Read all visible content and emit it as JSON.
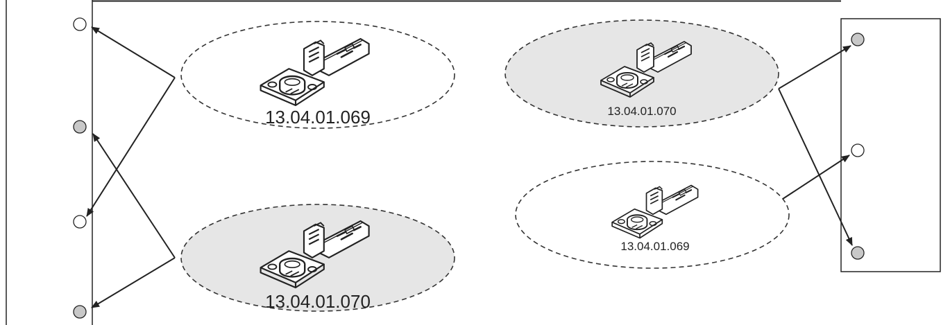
{
  "labels": {
    "hinge_top_left": "13.04.01.069",
    "hinge_bottom_left": "13.04.01.070",
    "hinge_top_right": "13.04.01.070",
    "hinge_bottom_right": "13.04.01.069"
  },
  "colors": {
    "stroke": "#222222",
    "dashed_ellipse_stroke": "#333333",
    "shaded_fill": "#e6e6e6",
    "hole_filled": "#c8c8c8",
    "hole_empty": "#ffffff",
    "background": "#ffffff"
  },
  "icons": {
    "hinge": "concealed-cabinet-hinge-icon",
    "hole_open": "empty-drill-hole-icon",
    "hole_filled": "filled-drill-hole-icon"
  }
}
